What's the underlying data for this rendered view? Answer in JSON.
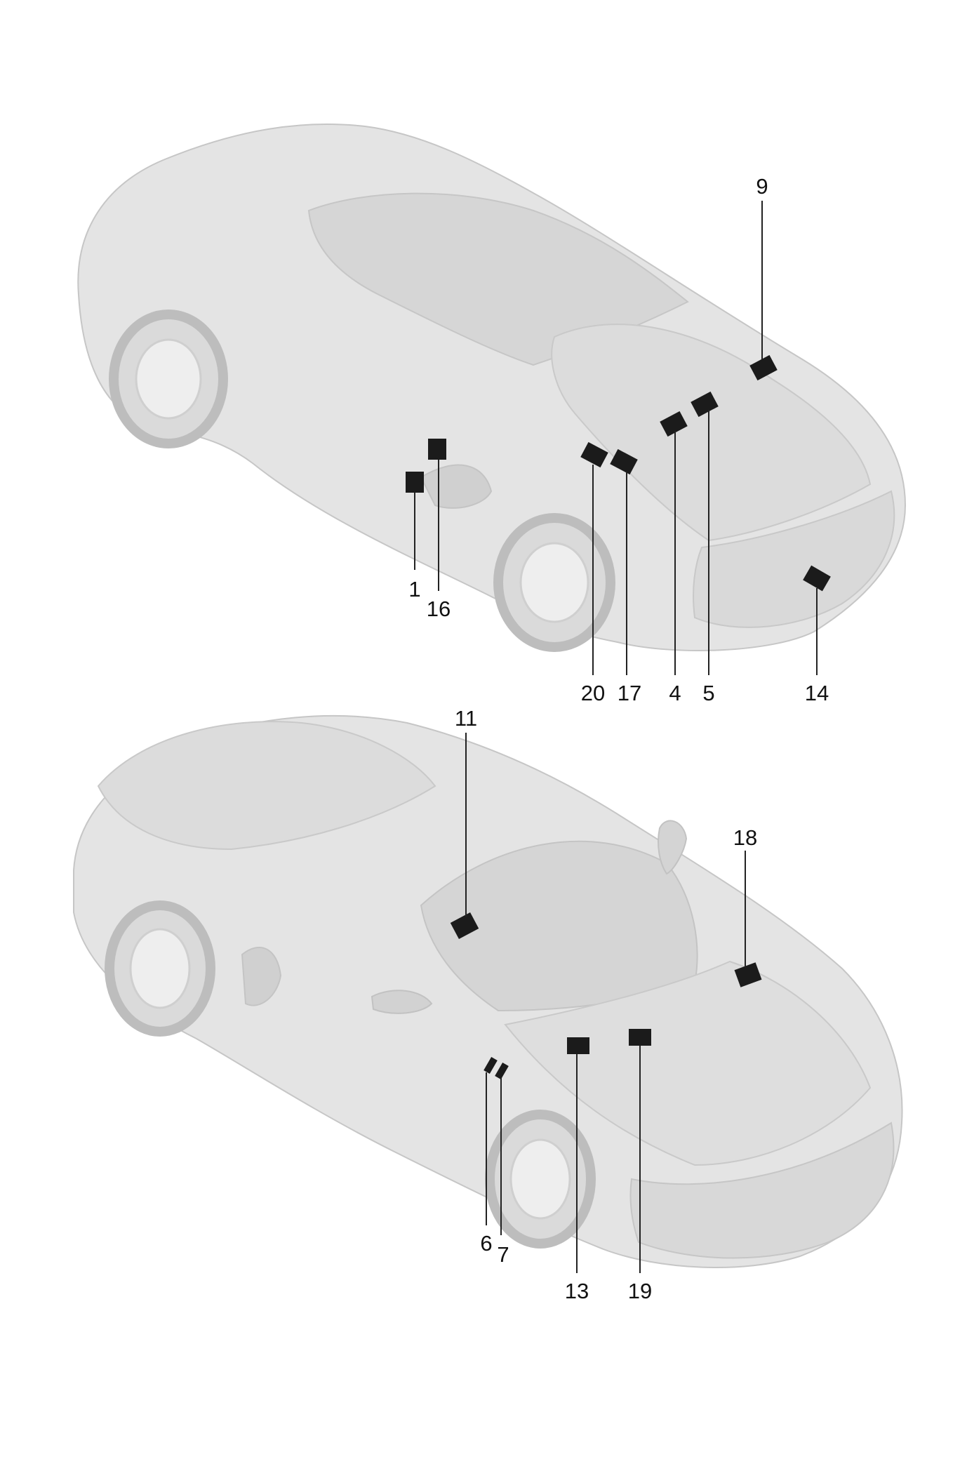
{
  "callouts": [
    {
      "id": "1",
      "text": "1"
    },
    {
      "id": "16",
      "text": "16"
    },
    {
      "id": "20",
      "text": "20"
    },
    {
      "id": "17",
      "text": "17"
    },
    {
      "id": "4",
      "text": "4"
    },
    {
      "id": "5",
      "text": "5"
    },
    {
      "id": "9",
      "text": "9"
    },
    {
      "id": "14",
      "text": "14"
    },
    {
      "id": "11",
      "text": "11"
    },
    {
      "id": "18",
      "text": "18"
    },
    {
      "id": "6",
      "text": "6"
    },
    {
      "id": "7",
      "text": "7"
    },
    {
      "id": "13",
      "text": "13"
    },
    {
      "id": "19",
      "text": "19"
    }
  ],
  "colors": {
    "car_body": "#e4e4e4",
    "car_shade": "#d2d2d2",
    "car_outline": "#c6c6c6",
    "label_marker": "#1b1b1b",
    "text": "#111111"
  }
}
